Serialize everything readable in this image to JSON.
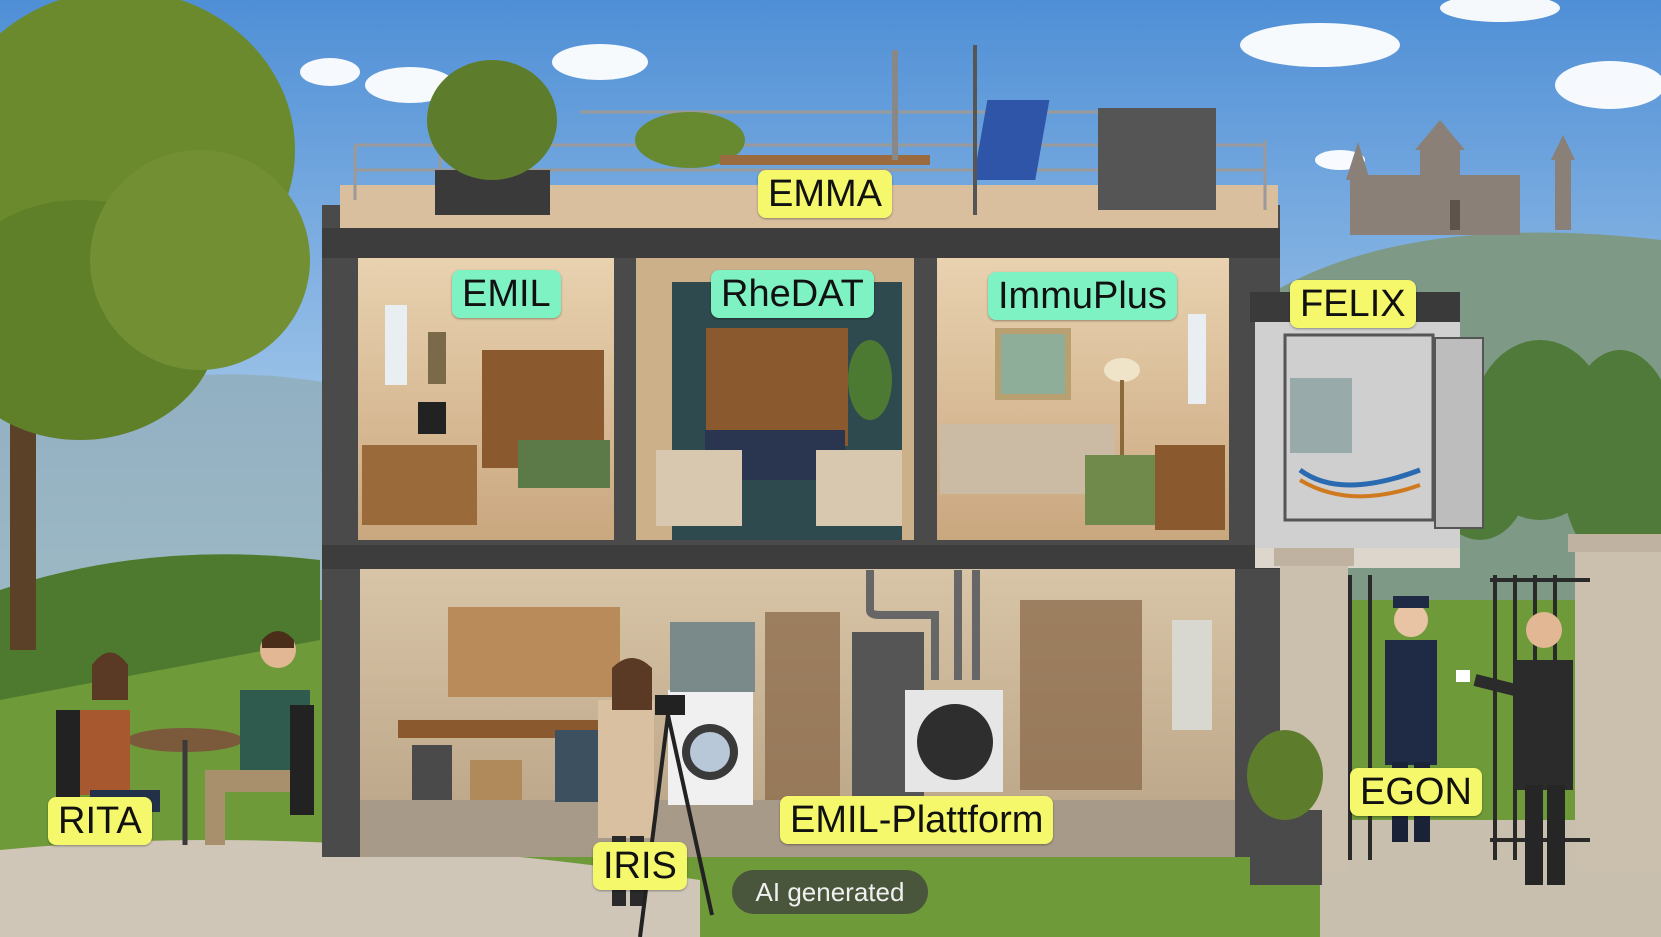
{
  "labels": {
    "emma": "EMMA",
    "emil": "EMIL",
    "rhedat": "RheDAT",
    "immuplus": "ImmuPlus",
    "felix": "FELIX",
    "rita": "RITA",
    "iris": "IRIS",
    "emil_plattform": "EMIL-Plattform",
    "egon": "EGON"
  },
  "watermark": "AI generated",
  "colors": {
    "yellow_label": "#f4f86a",
    "green_label": "#7ff2c4",
    "sky": "#7fb3e6",
    "grass": "#6f9a3a"
  }
}
